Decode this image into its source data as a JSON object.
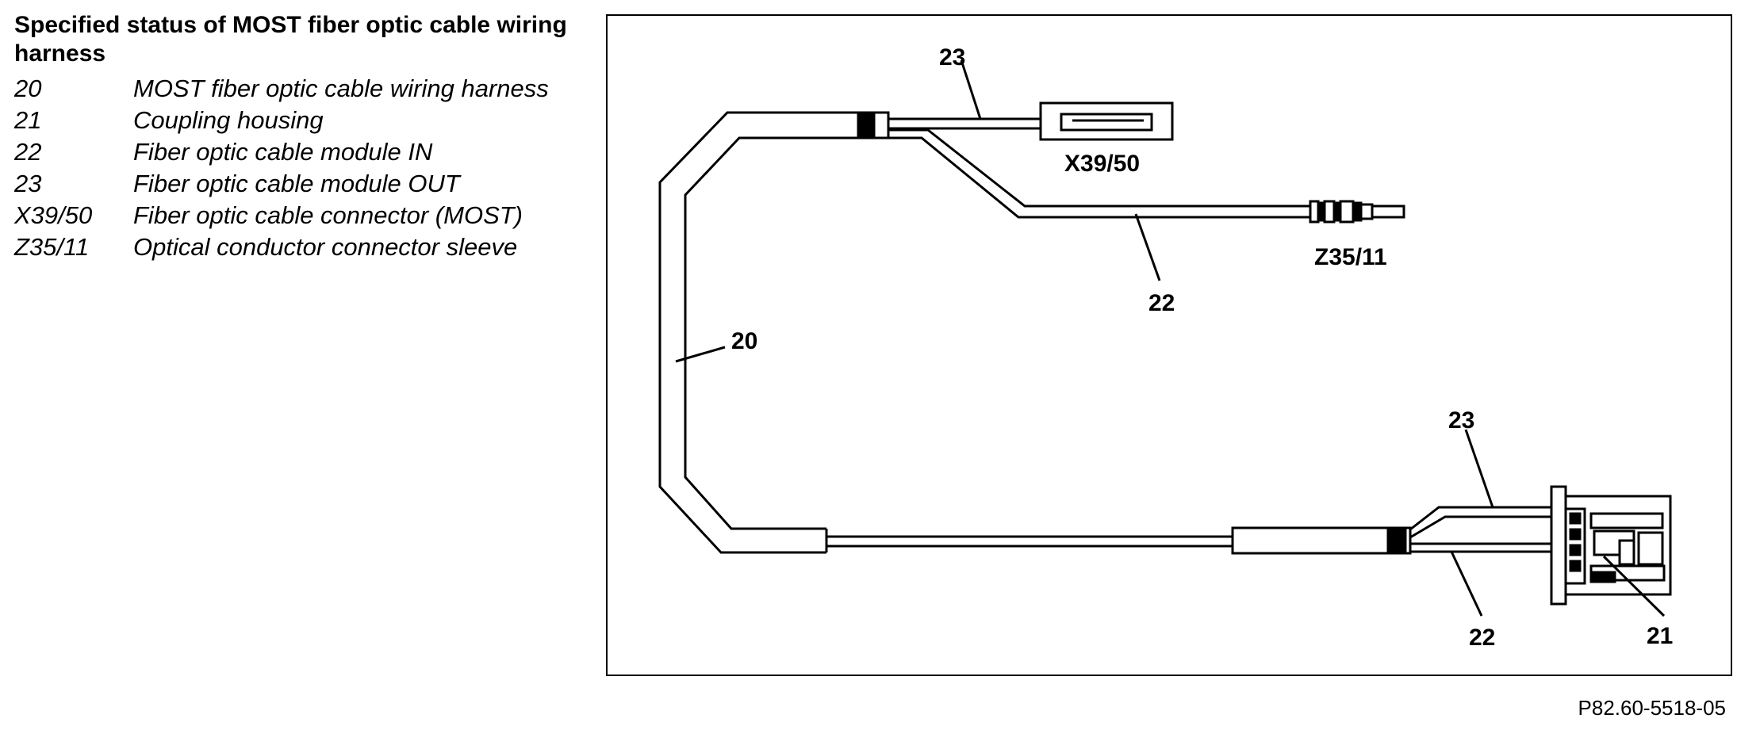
{
  "legend": {
    "title": "Specified status of MOST fiber optic cable wiring harness",
    "items": [
      {
        "code": "20",
        "description": "MOST fiber optic cable wiring harness"
      },
      {
        "code": "21",
        "description": "Coupling housing"
      },
      {
        "code": "22",
        "description": "Fiber optic cable module IN"
      },
      {
        "code": "23",
        "description": "Fiber optic cable module OUT"
      },
      {
        "code": "X39/50",
        "description": "Fiber optic cable connector (MOST)"
      },
      {
        "code": "Z35/11",
        "description": "Optical conductor connector sleeve"
      }
    ]
  },
  "diagram": {
    "callouts": {
      "c20": "20",
      "c21": "21",
      "c22_top": "22",
      "c22_bottom": "22",
      "c23_top": "23",
      "c23_bottom": "23",
      "x39_50": "X39/50",
      "z35_11": "Z35/11"
    }
  },
  "figure_ref": "P82.60-5518-05"
}
